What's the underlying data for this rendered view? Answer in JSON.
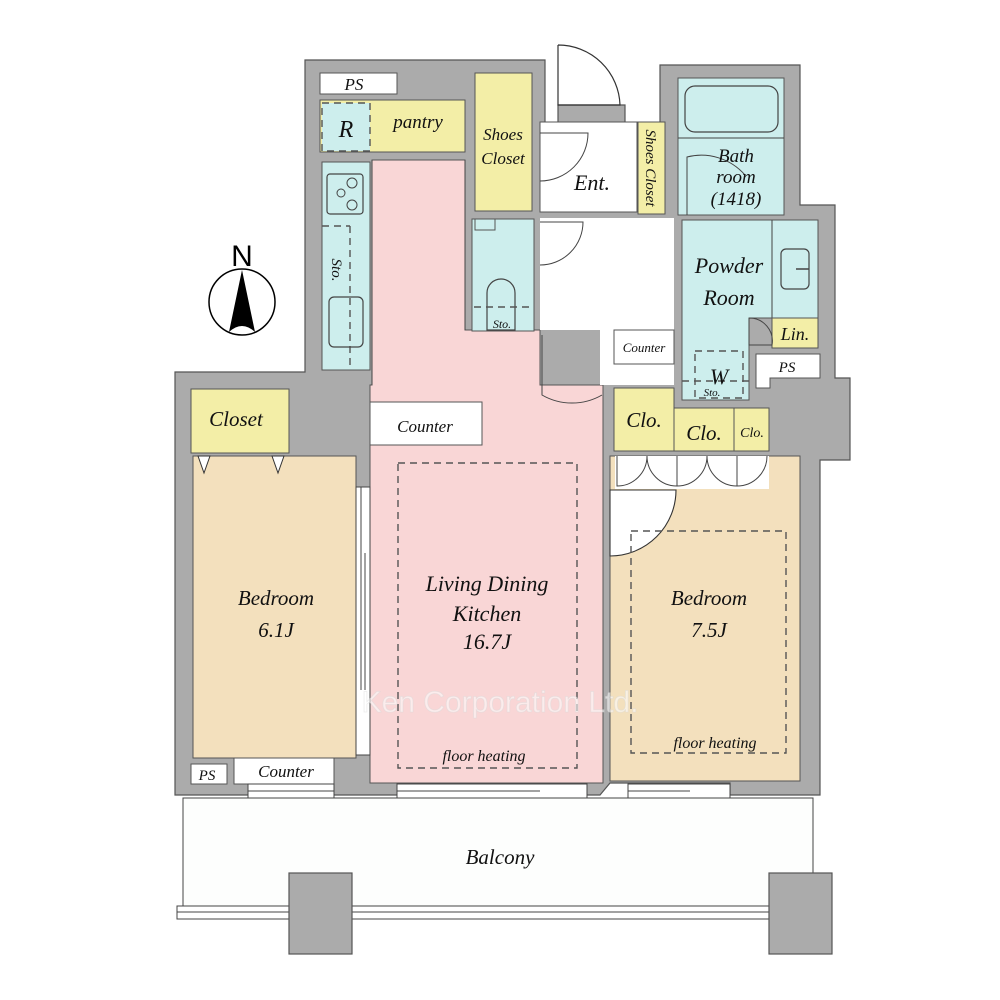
{
  "plan": {
    "type": "apartment floor plan",
    "colors": {
      "wall": "#ababab",
      "ldk": "#f9d6d6",
      "bedroom": "#f3e0bd",
      "storage": "#f3eea7",
      "wet_area": "#cdeeed",
      "white": "#ffffff"
    },
    "compass": {
      "label": "N"
    },
    "watermark": "Ken Corporation Ltd.",
    "rooms": {
      "ldk": {
        "name_line1": "Living Dining",
        "name_line2": "Kitchen",
        "size": "16.7J",
        "note": "floor heating"
      },
      "bedroom_west": {
        "name": "Bedroom",
        "size": "6.1J"
      },
      "bedroom_east": {
        "name": "Bedroom",
        "size": "7.5J",
        "note": "floor heating"
      },
      "balcony": {
        "name": "Balcony"
      },
      "entrance": {
        "name": "Ent."
      },
      "bathroom": {
        "line1": "Bath",
        "line2": "room",
        "line3": "(1418)"
      },
      "powder_room": {
        "line1": "Powder",
        "line2": "Room"
      }
    },
    "fixtures": {
      "ps_top": "PS",
      "refrigerator": "R",
      "pantry": "pantry",
      "shoes_closet_left_line1": "Shoes",
      "shoes_closet_left_line2": "Closet",
      "shoes_closet_right": "Shoes Closet",
      "kitchen_storage": "Sto.",
      "toilet_storage": "Sto.",
      "counter_hall": "Counter",
      "counter_ldk": "Counter",
      "counter_bedroom": "Counter",
      "closet_west": "Closet",
      "clo_1": "Clo.",
      "clo_2": "Clo.",
      "clo_3": "Clo.",
      "linen": "Lin.",
      "ps_east": "PS",
      "ps_west": "PS",
      "washer": "W",
      "washer_storage": "Sto."
    }
  }
}
